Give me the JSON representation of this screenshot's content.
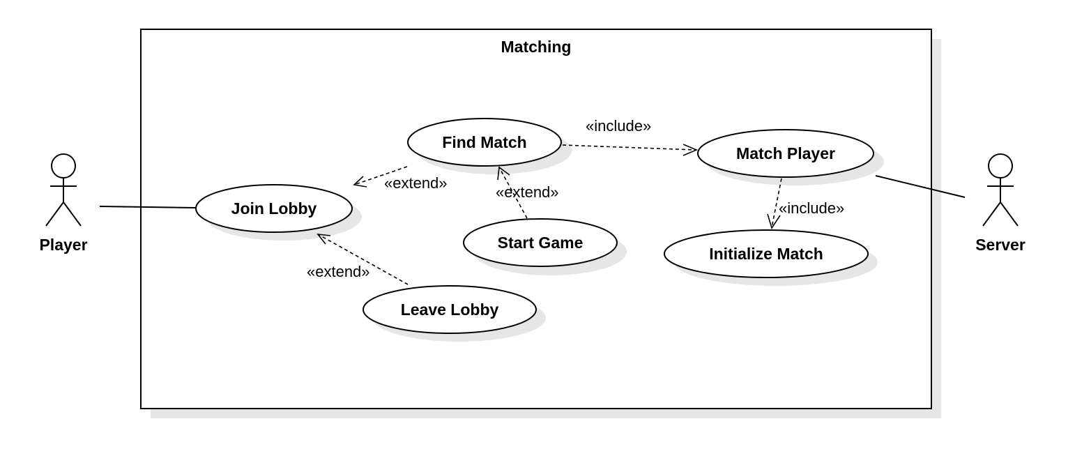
{
  "system": {
    "title": "Matching"
  },
  "actors": {
    "player": {
      "label": "Player"
    },
    "server": {
      "label": "Server"
    }
  },
  "use_cases": {
    "find_match": "Find Match",
    "match_player": "Match Player",
    "join_lobby": "Join Lobby",
    "start_game": "Start Game",
    "initialize_match": "Initialize Match",
    "leave_lobby": "Leave Lobby"
  },
  "relationships": {
    "find_match_include": "«include»",
    "match_player_include": "«include»",
    "find_match_extend": "«extend»",
    "start_game_extend": "«extend»",
    "leave_lobby_extend": "«extend»"
  }
}
